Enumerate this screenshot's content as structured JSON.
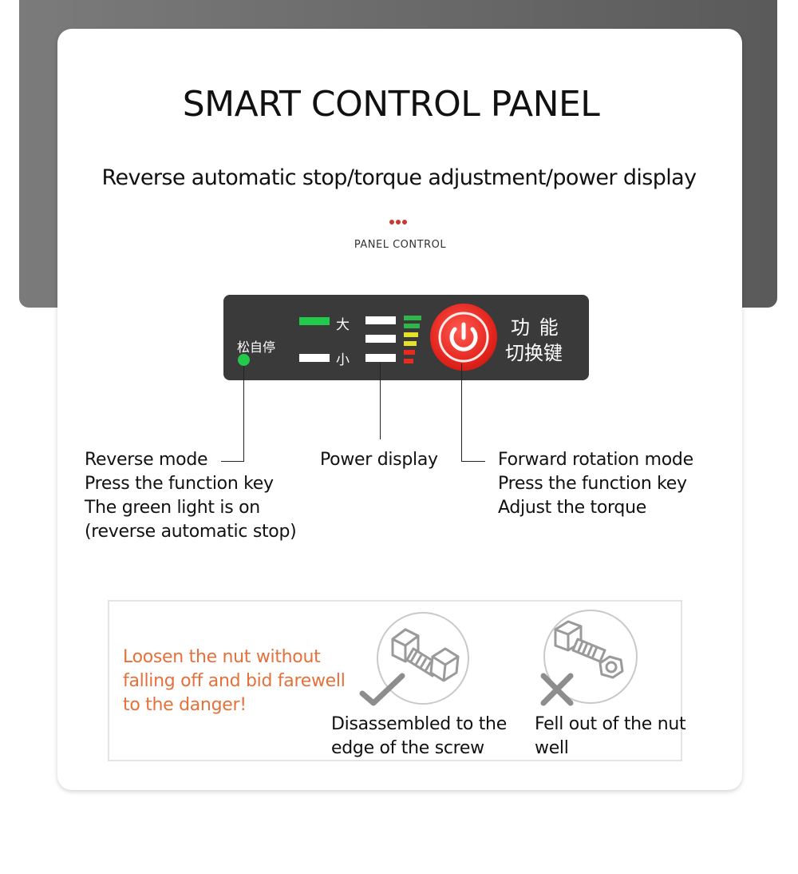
{
  "header": {
    "title": "SMART CONTROL PANEL",
    "subtitle": "Reverse automatic stop/torque adjustment/power display",
    "panel_caption": "PANEL CONTROL"
  },
  "panel": {
    "release_stop_label": "松自停",
    "big_label": "大",
    "small_label": "小",
    "function_label_line1": "功 能",
    "function_label_line2": "切换键",
    "colors": {
      "panel_bg": "#3a3a3a",
      "indicator_green": "#22c94a",
      "power_red": "#e3241c",
      "level_colors": [
        "#2fb84a",
        "#2fb84a",
        "#e6e22a",
        "#e6e22a",
        "#e92a1e",
        "#e92a1e"
      ]
    }
  },
  "callouts": {
    "reverse": [
      "Reverse mode",
      "Press the function key",
      "The green light is on",
      "(reverse automatic stop)"
    ],
    "power": [
      "Power display"
    ],
    "forward": [
      "Forward rotation mode",
      "Press the function key",
      "Adjust the torque"
    ]
  },
  "comparison": {
    "headline": [
      "Loosen the nut without",
      "falling off and bid farewell",
      "to the danger!"
    ],
    "good_caption": [
      "Disassembled to the",
      "edge of the screw"
    ],
    "bad_caption": [
      "Fell out of the nut",
      "well"
    ],
    "icons": [
      "bolt-with-nut-on-end-icon",
      "check-mark-icon",
      "bolt-with-fallen-nut-icon",
      "cross-mark-icon"
    ]
  }
}
